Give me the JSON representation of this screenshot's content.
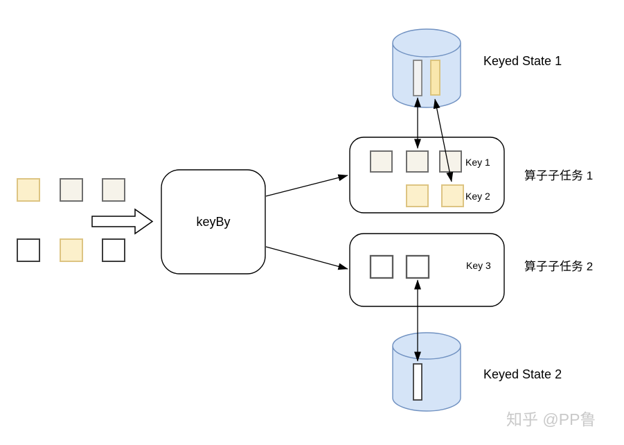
{
  "keyby": {
    "label": "keyBy"
  },
  "subtask1": {
    "title": "算子子任务 1",
    "key1": "Key 1",
    "key2": "Key 2",
    "key1_square_count": 3,
    "key2_square_count": 2
  },
  "subtask2": {
    "title": "算子子任务 2",
    "key3": "Key 3",
    "key3_square_count": 2
  },
  "keyed_state_1": {
    "label": "Keyed State 1",
    "slots": [
      "gray",
      "yellow"
    ]
  },
  "keyed_state_2": {
    "label": "Keyed State 2",
    "slots": [
      "white"
    ]
  },
  "input_stream": {
    "rows": [
      [
        "yellow",
        "cream",
        "cream"
      ],
      [
        "white",
        "yellow",
        "white"
      ]
    ]
  },
  "watermark": {
    "text": "知乎 @PP鲁"
  },
  "colors": {
    "cylinder_fill": "#d5e4f7",
    "cylinder_stroke": "#7091c1",
    "yellow_fill": "#fcf0cb",
    "yellow_stroke": "#ddc482",
    "cream_fill": "#f6f3ea",
    "cream_stroke": "#6e6e6e",
    "white_fill": "#ffffff",
    "dark_stroke": "#3c3c3c",
    "arrow": "#000000",
    "watermark": "#c9c9c9"
  }
}
